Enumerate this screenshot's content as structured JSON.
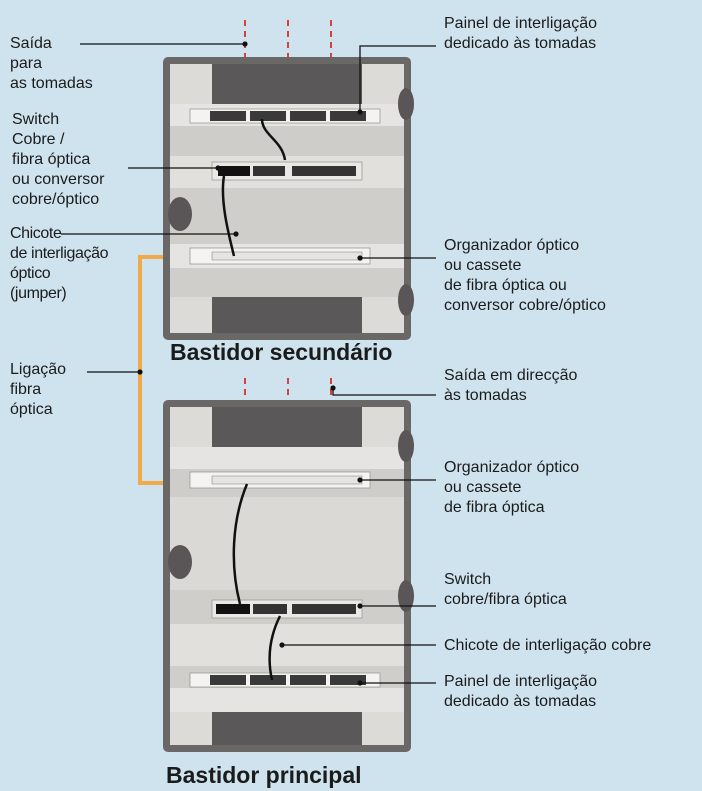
{
  "labels": {
    "saida_tomadas": "Saída\npara\nas tomadas",
    "switch_cobre_fibra": "Switch\nCobre /\nfibra óptica\nou conversor\ncobre/óptico",
    "chicote_optico": "Chicote\nde interligação\nóptico\n(jumper)",
    "ligacao_fibra": "Ligação\nfibra\nóptica",
    "painel_top": "Painel de interligação\ndedicado às tomadas",
    "organizador_top": "Organizador óptico\nou cassete\nde fibra óptica ou\nconversor cobre/óptico",
    "saida_direccao": "Saída em direcção\nàs tomadas",
    "organizador_bottom": "Organizador óptico\nou cassete\nde fibra óptica",
    "switch_bottom": "Switch\ncobre/fibra óptica",
    "chicote_cobre": "Chicote de interligação cobre",
    "painel_bottom": "Painel de interligação\ndedicado às tomadas"
  },
  "titles": {
    "secundario": "Bastidor secundário",
    "principal": "Bastidor principal"
  },
  "colors": {
    "background": "#cfe3ee",
    "fiber_link": "#f2a94a",
    "outlet_dashes": "#d9403b",
    "cabinet_frame": "#6a6767",
    "cabinet_panel": "#dddbd8"
  }
}
